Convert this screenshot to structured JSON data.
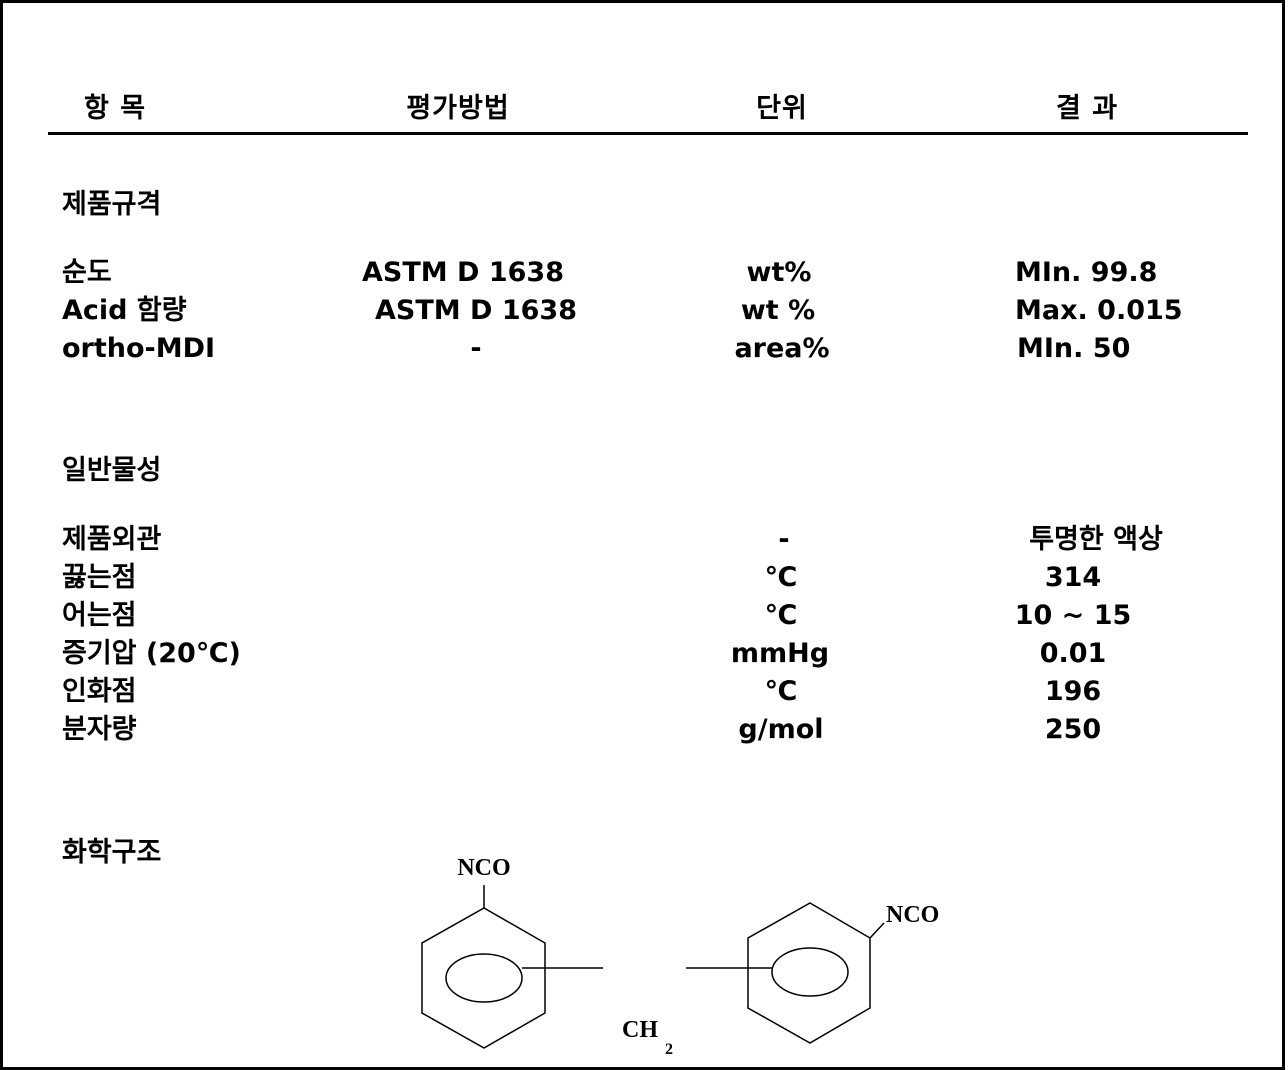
{
  "header": {
    "col_item": "항  목",
    "col_method": "평가방법",
    "col_unit": "단위",
    "col_result": "결 과"
  },
  "sections": {
    "spec_title": "제품규격",
    "general_title": "일반물성",
    "chem_title": "화학구조"
  },
  "spec_rows": [
    {
      "item": "순도",
      "method": "ASTM D 1638",
      "unit": "wt%",
      "result": "MIn. 99.8"
    },
    {
      "item": "Acid  함량",
      "method": "ASTM D 1638",
      "unit": "wt %",
      "result": "Max. 0.015"
    },
    {
      "item": "ortho-MDI",
      "method": "-",
      "unit": "area%",
      "result": "MIn. 50"
    }
  ],
  "general_rows": [
    {
      "item": "제품외관",
      "method": "",
      "unit": "-",
      "result": "투명한 액상"
    },
    {
      "item": "끓는점",
      "method": "",
      "unit": "℃",
      "result": "314"
    },
    {
      "item": "어는점",
      "method": "",
      "unit": "℃",
      "result": "10 ~ 15"
    },
    {
      "item": "증기압 (20℃)",
      "method": "",
      "unit": "mmHg",
      "result": "0.01"
    },
    {
      "item": "인화점",
      "method": "",
      "unit": "℃",
      "result": "196"
    },
    {
      "item": "분자량",
      "method": "",
      "unit": "g/mol",
      "result": "250"
    }
  ],
  "structure": {
    "group_left": "NCO",
    "group_right": "NCO",
    "bridge": "CH",
    "bridge_sub": "2"
  }
}
